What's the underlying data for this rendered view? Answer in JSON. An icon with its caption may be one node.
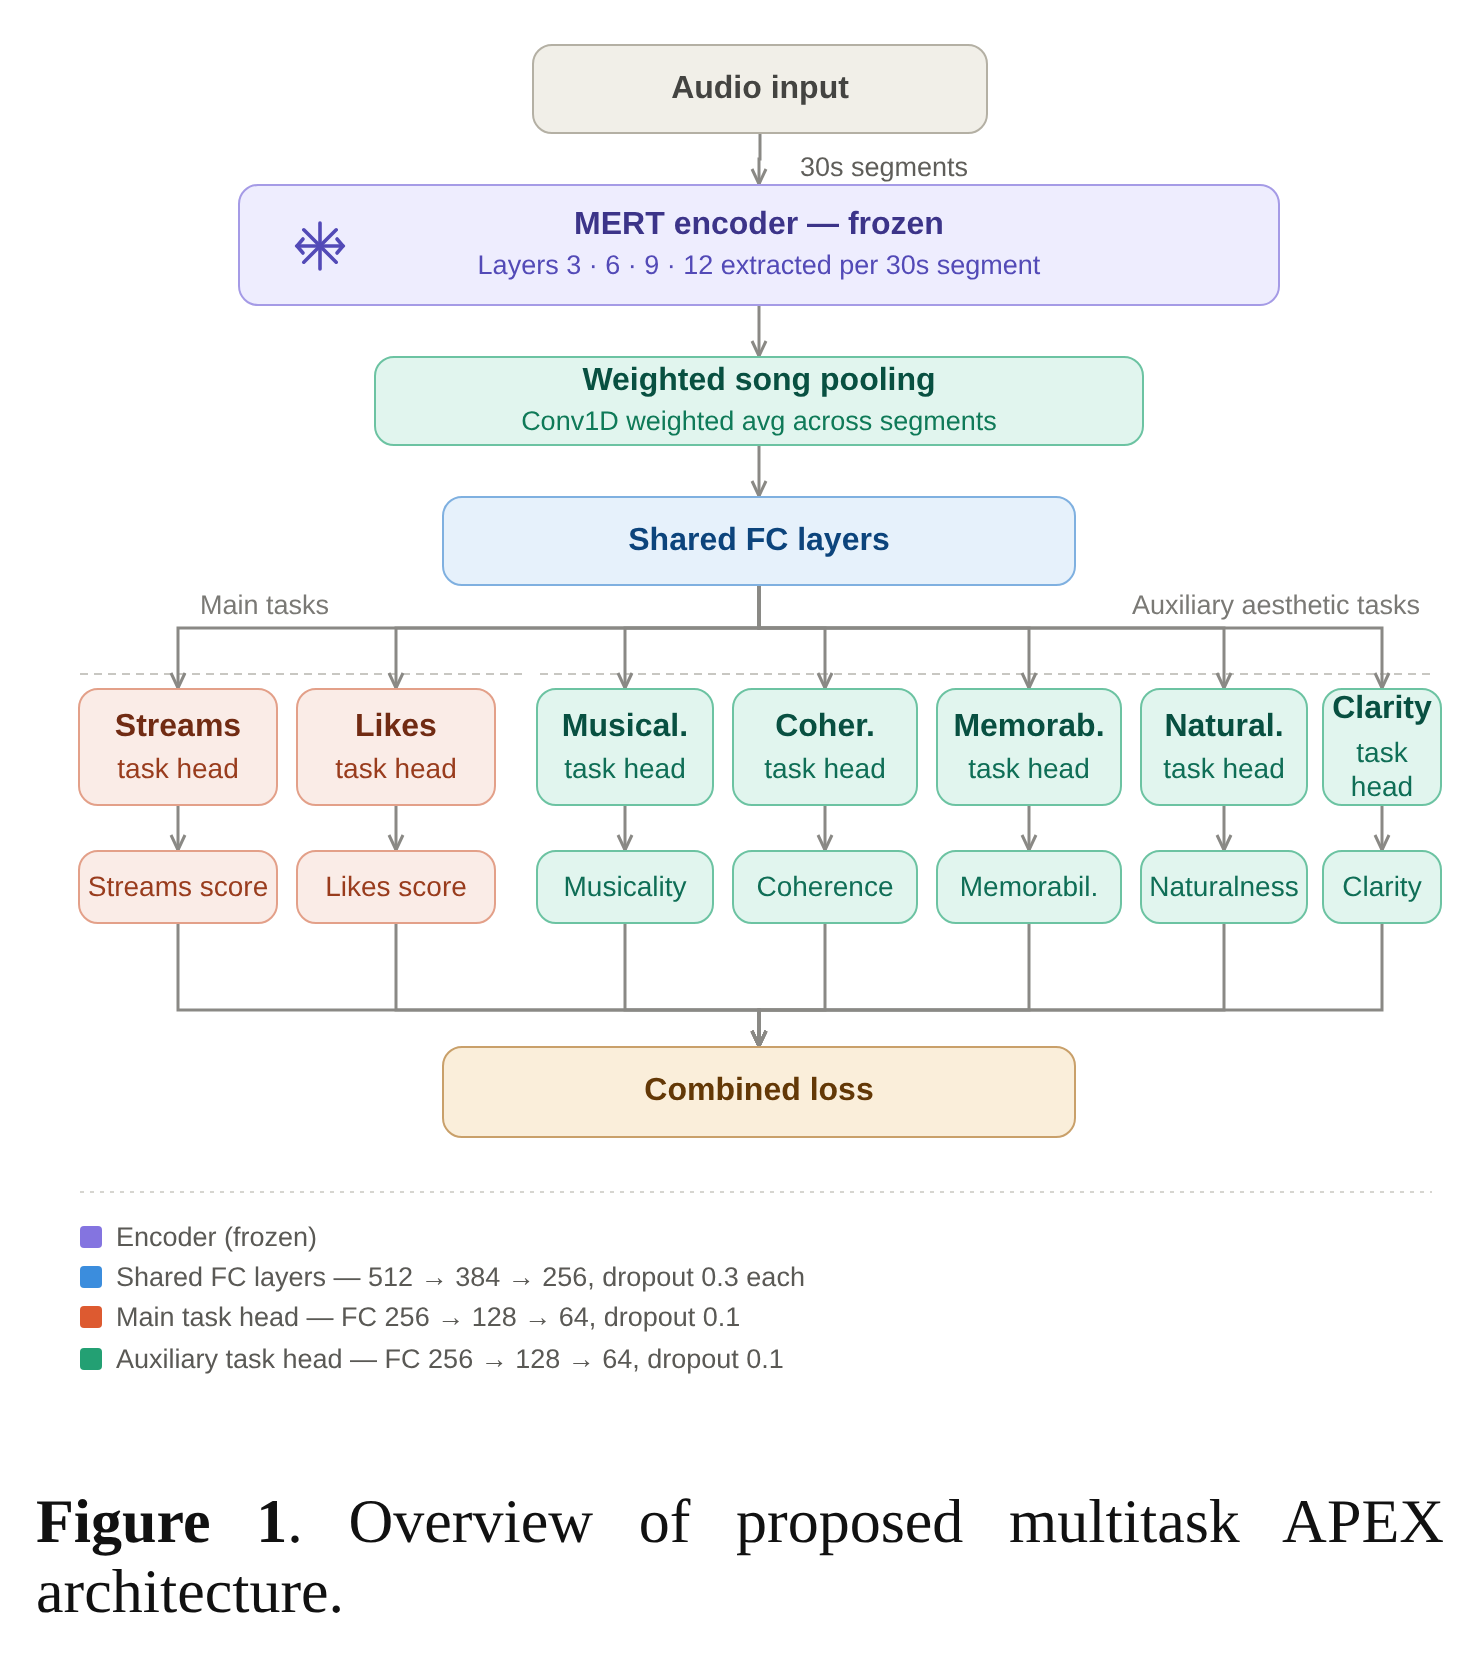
{
  "diagram": {
    "nodes": [
      {
        "text": [
          "Audio input"
        ]
      },
      {
        "text": [
          "MERT encoder — frozen",
          "Layers 3 · 6 · 9 · 12 extracted per 30s segment"
        ]
      },
      {
        "text": [
          "Weighted song pooling",
          "Conv1D weighted avg across segments"
        ]
      },
      {
        "text": [
          "Shared FC layers"
        ]
      },
      {
        "text": [
          "Streams",
          "task head"
        ]
      },
      {
        "text": [
          "Likes",
          "task head"
        ]
      },
      {
        "text": [
          "Musical.",
          "task head"
        ]
      },
      {
        "text": [
          "Coher.",
          "task head"
        ]
      },
      {
        "text": [
          "Memorab.",
          "task head"
        ]
      },
      {
        "text": [
          "Natural.",
          "task head"
        ]
      },
      {
        "text": [
          "Clarity",
          "task head"
        ]
      },
      {
        "text": [
          "Streams score"
        ]
      },
      {
        "text": [
          "Likes score"
        ]
      },
      {
        "text": [
          "Musicality"
        ]
      },
      {
        "text": [
          "Coherence"
        ]
      },
      {
        "text": [
          "Memorabil."
        ]
      },
      {
        "text": [
          "Naturalness"
        ]
      },
      {
        "text": [
          "Clarity"
        ]
      },
      {
        "text": [
          "Combined loss"
        ]
      }
    ],
    "edges": [
      {
        "from": 0,
        "to": 1,
        "arrow": "to",
        "label": "30s segments"
      },
      {
        "from": 1,
        "to": 2,
        "arrow": "to"
      },
      {
        "from": 2,
        "to": 3,
        "arrow": "to"
      },
      {
        "from": 3,
        "to": 4,
        "arrow": "to"
      },
      {
        "from": 3,
        "to": 5,
        "arrow": "to"
      },
      {
        "from": 3,
        "to": 6,
        "arrow": "to"
      },
      {
        "from": 3,
        "to": 7,
        "arrow": "to"
      },
      {
        "from": 3,
        "to": 8,
        "arrow": "to"
      },
      {
        "from": 3,
        "to": 9,
        "arrow": "to"
      },
      {
        "from": 3,
        "to": 10,
        "arrow": "to"
      },
      {
        "from": 4,
        "to": 11,
        "arrow": "to"
      },
      {
        "from": 5,
        "to": 12,
        "arrow": "to"
      },
      {
        "from": 6,
        "to": 13,
        "arrow": "to"
      },
      {
        "from": 7,
        "to": 14,
        "arrow": "to"
      },
      {
        "from": 8,
        "to": 15,
        "arrow": "to"
      },
      {
        "from": 9,
        "to": 16,
        "arrow": "to"
      },
      {
        "from": 10,
        "to": 17,
        "arrow": "to"
      },
      {
        "from": 11,
        "to": 18,
        "arrow": "to"
      },
      {
        "from": 12,
        "to": 18,
        "arrow": "to"
      },
      {
        "from": 13,
        "to": 18,
        "arrow": "to"
      },
      {
        "from": 14,
        "to": 18,
        "arrow": "to"
      },
      {
        "from": 15,
        "to": 18,
        "arrow": "to"
      },
      {
        "from": 16,
        "to": 18,
        "arrow": "to"
      },
      {
        "from": 17,
        "to": 18,
        "arrow": "to"
      }
    ],
    "labels": [
      "Main tasks",
      "Auxiliary aesthetic tasks"
    ],
    "legend": [
      {
        "text": "Encoder (frozen)",
        "color": "#8474e0"
      },
      {
        "text": "Shared FC layers — 512 → 384 → 256, dropout 0.3 each",
        "color": "#3b8ddd"
      },
      {
        "text": "Main task head — FC 256 → 128 → 64, dropout 0.1",
        "color": "#dd5a30"
      },
      {
        "text": "Auxiliary task head — FC 256 → 128 → 64, dropout 0.1",
        "color": "#23a073"
      }
    ],
    "caption": "**Figure 1**. Overview of proposed multitask APEX architecture."
  }
}
